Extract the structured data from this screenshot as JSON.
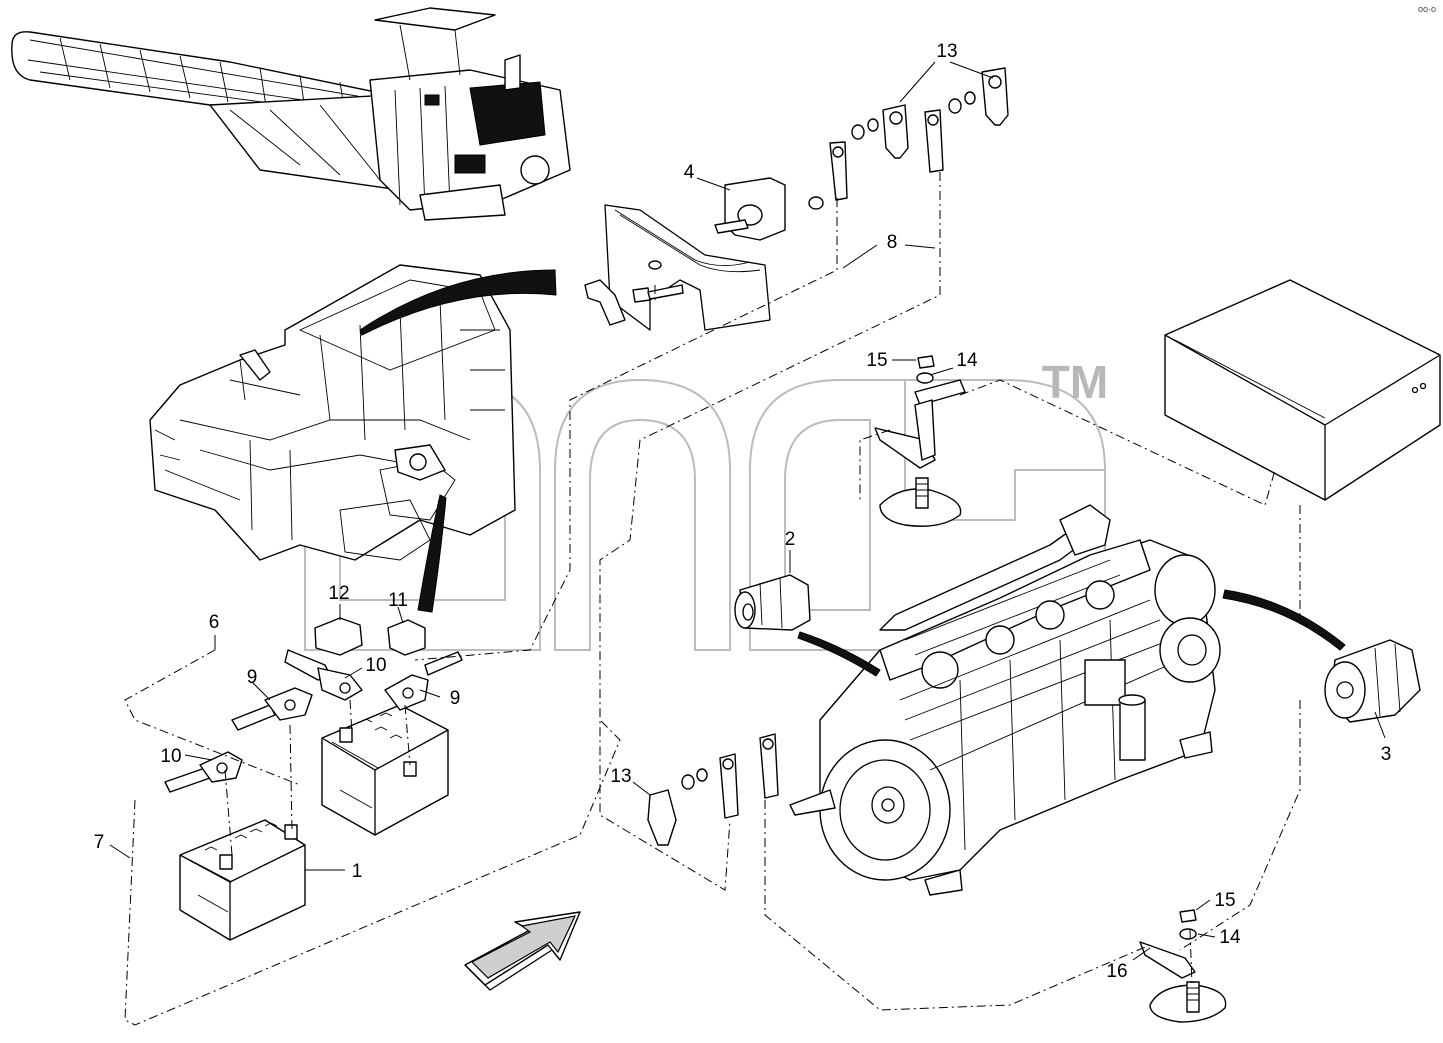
{
  "callouts": [
    {
      "id": "c13a",
      "text": "13"
    },
    {
      "id": "c4",
      "text": "4"
    },
    {
      "id": "c8",
      "text": "8"
    },
    {
      "id": "c15a",
      "text": "15"
    },
    {
      "id": "c14a",
      "text": "14"
    },
    {
      "id": "c2",
      "text": "2"
    },
    {
      "id": "c12",
      "text": "12"
    },
    {
      "id": "c11",
      "text": "11"
    },
    {
      "id": "c6",
      "text": "6"
    },
    {
      "id": "c10a",
      "text": "10"
    },
    {
      "id": "c9a",
      "text": "9"
    },
    {
      "id": "c9b",
      "text": "9"
    },
    {
      "id": "c10b",
      "text": "10"
    },
    {
      "id": "c3",
      "text": "3"
    },
    {
      "id": "c13b",
      "text": "13"
    },
    {
      "id": "c7",
      "text": "7"
    },
    {
      "id": "c1",
      "text": "1"
    },
    {
      "id": "c15b",
      "text": "15"
    },
    {
      "id": "c14b",
      "text": "14"
    },
    {
      "id": "c16",
      "text": "16"
    }
  ],
  "watermark": {
    "mark": "TM",
    "logo_icon": "amd-logo-watermark"
  },
  "corner_mark": "oo·o"
}
